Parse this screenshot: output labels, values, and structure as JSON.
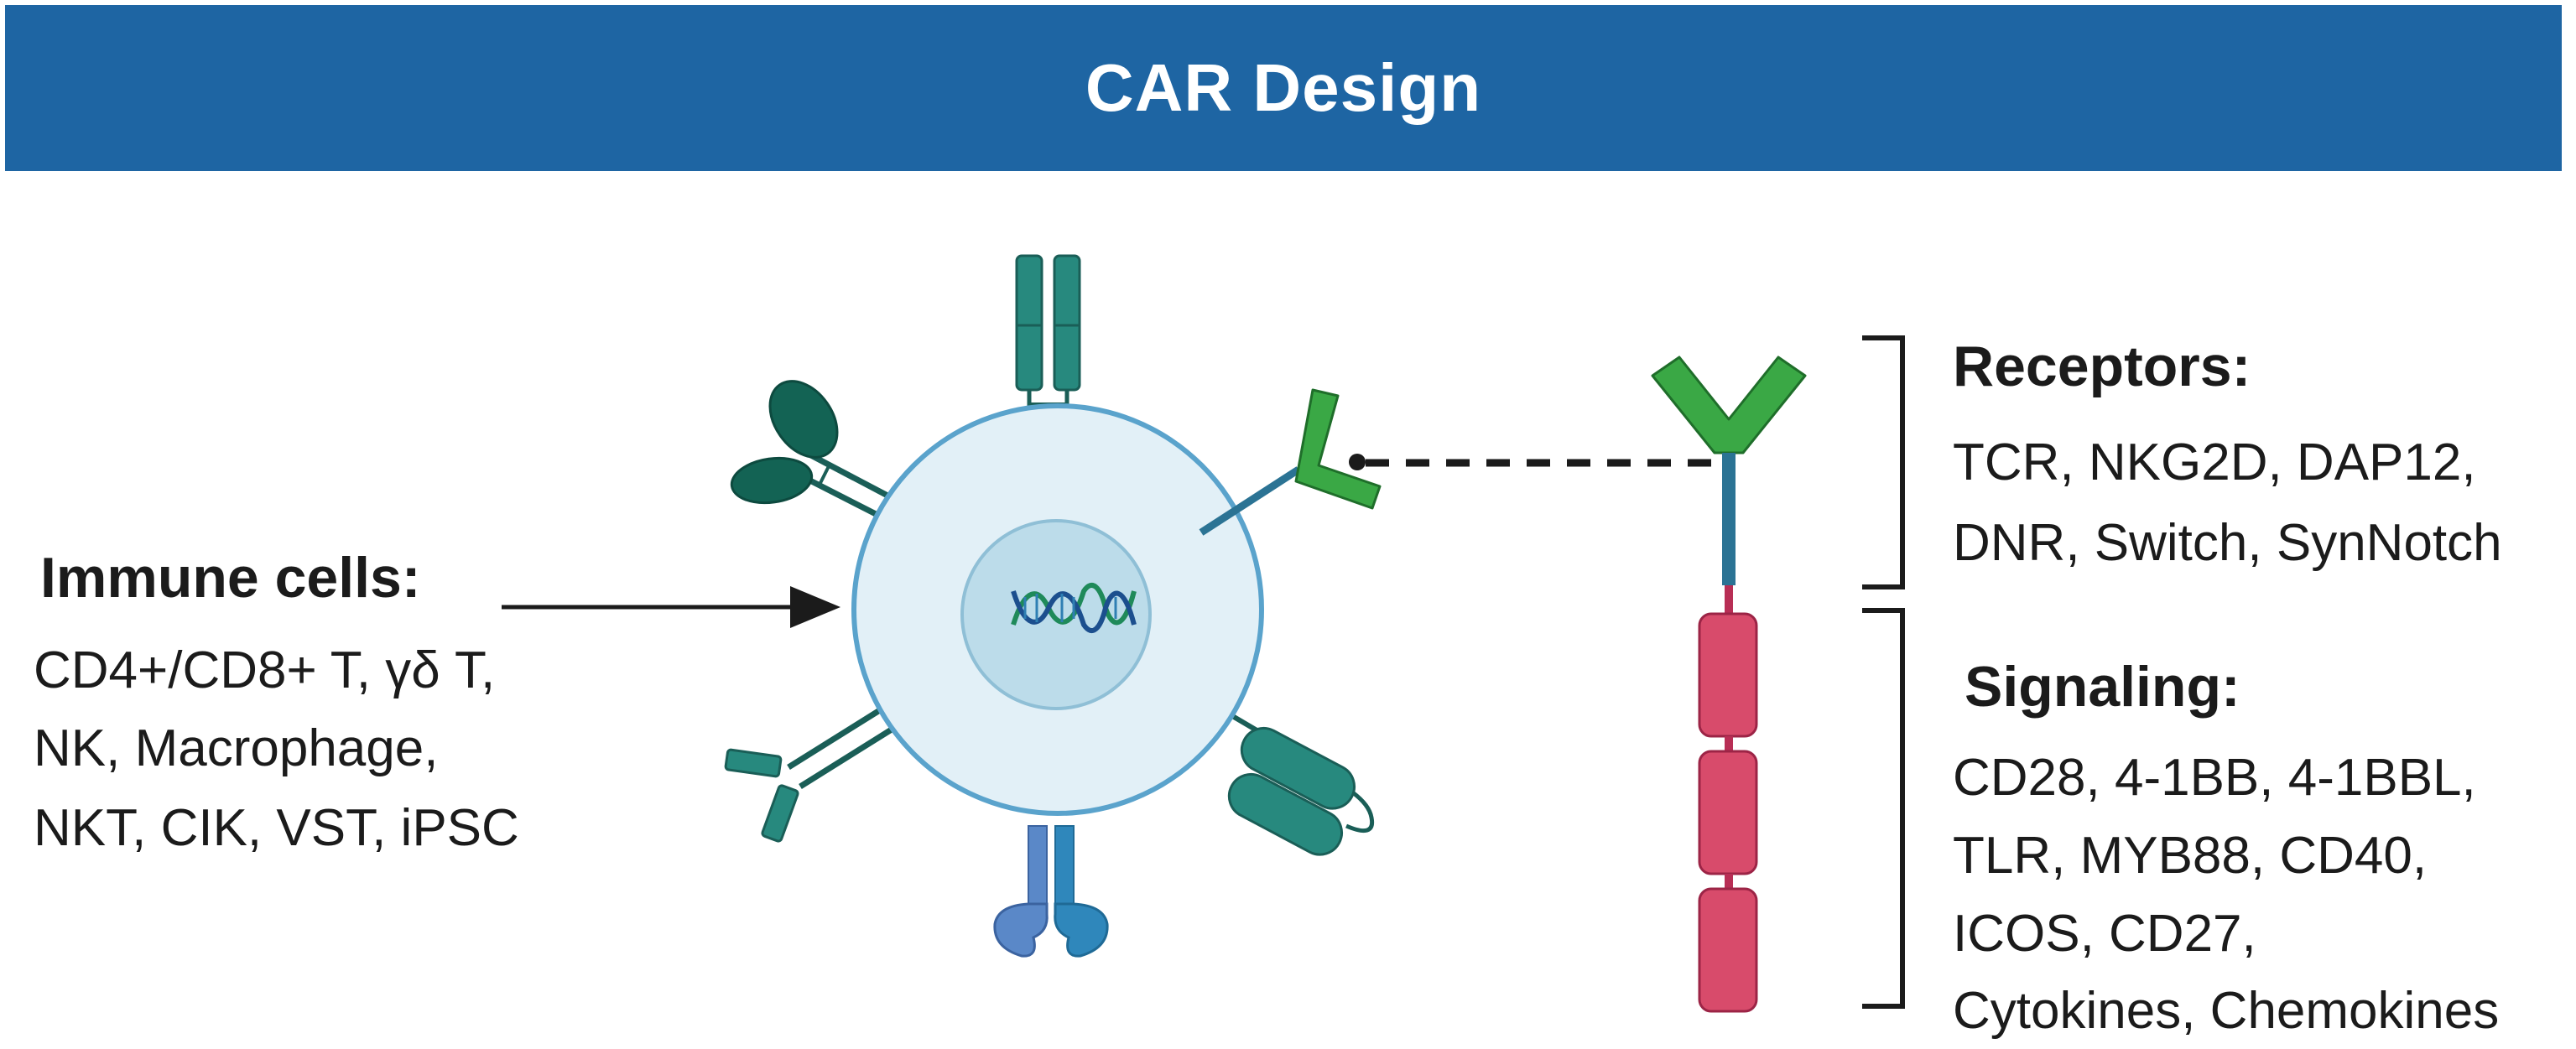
{
  "banner": {
    "title": "CAR Design"
  },
  "immune_cells": {
    "heading": "Immune cells:",
    "lines": [
      "CD4+/CD8+ T, γδ T,",
      "NK, Macrophage,",
      "NKT, CIK, VST, iPSC"
    ]
  },
  "receptors": {
    "heading": "Receptors:",
    "lines": [
      "TCR, NKG2D, DAP12,",
      "DNR, Switch, SynNotch"
    ]
  },
  "signaling": {
    "heading": "Signaling:",
    "lines": [
      "CD28, 4-1BB, 4-1BBL,",
      "TLR, MYB88, CD40,",
      "ICOS, CD27,",
      "Cytokines, Chemokines"
    ]
  },
  "colors": {
    "banner": "#1e65a3",
    "cell_membrane": "#e2f0f7",
    "nucleus": "#bcdcea",
    "receptor_green": "#3aa845",
    "receptor_teal": "#27897e",
    "signaling_pink": "#d84b6b"
  }
}
